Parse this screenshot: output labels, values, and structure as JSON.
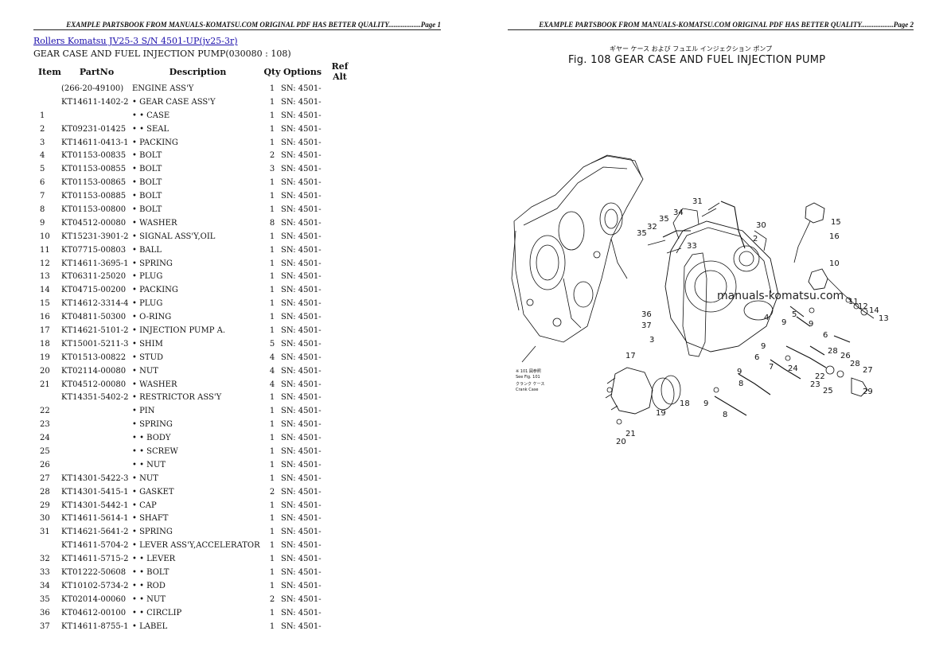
{
  "header_left": "EXAMPLE PARTSBOOK FROM MANUALS-KOMATSU.COM ORIGINAL PDF HAS BETTER QUALITY..................Page 1",
  "header_right": "EXAMPLE PARTSBOOK FROM MANUALS-KOMATSU.COM ORIGINAL PDF HAS BETTER QUALITY..................Page 2",
  "doc_link": "Rollers Komatsu JV25-3 S/N 4501-UP(jv25-3r)",
  "subtitle": "GEAR CASE AND FUEL INJECTION PUMP(030080 : 108)",
  "columns": [
    "Item",
    "PartNo",
    "Description",
    "Qty",
    "Options",
    "Ref Alt"
  ],
  "rows": [
    {
      "item": "",
      "part": "(266-20-49100)",
      "desc": "ENGINE ASS'Y",
      "qty": "1",
      "opt": "SN: 4501-"
    },
    {
      "item": "",
      "part": "KT14611-1402-2",
      "desc": "• GEAR CASE ASS'Y",
      "qty": "1",
      "opt": "SN: 4501-"
    },
    {
      "item": "1",
      "part": "",
      "desc": "• • CASE",
      "qty": "1",
      "opt": "SN: 4501-"
    },
    {
      "item": "2",
      "part": "KT09231-01425",
      "desc": "• • SEAL",
      "qty": "1",
      "opt": "SN: 4501-"
    },
    {
      "item": "3",
      "part": "KT14611-0413-1",
      "desc": "• PACKING",
      "qty": "1",
      "opt": "SN: 4501-"
    },
    {
      "item": "4",
      "part": "KT01153-00835",
      "desc": "• BOLT",
      "qty": "2",
      "opt": "SN: 4501-"
    },
    {
      "item": "5",
      "part": "KT01153-00855",
      "desc": "• BOLT",
      "qty": "3",
      "opt": "SN: 4501-"
    },
    {
      "item": "6",
      "part": "KT01153-00865",
      "desc": "• BOLT",
      "qty": "1",
      "opt": "SN: 4501-"
    },
    {
      "item": "7",
      "part": "KT01153-00885",
      "desc": "• BOLT",
      "qty": "1",
      "opt": "SN: 4501-"
    },
    {
      "item": "8",
      "part": "KT01153-00800",
      "desc": "• BOLT",
      "qty": "1",
      "opt": "SN: 4501-"
    },
    {
      "item": "9",
      "part": "KT04512-00080",
      "desc": "• WASHER",
      "qty": "8",
      "opt": "SN: 4501-"
    },
    {
      "item": "10",
      "part": "KT15231-3901-2",
      "desc": "• SIGNAL ASS'Y,OIL",
      "qty": "1",
      "opt": "SN: 4501-"
    },
    {
      "item": "11",
      "part": "KT07715-00803",
      "desc": "• BALL",
      "qty": "1",
      "opt": "SN: 4501-"
    },
    {
      "item": "12",
      "part": "KT14611-3695-1",
      "desc": "• SPRING",
      "qty": "1",
      "opt": "SN: 4501-"
    },
    {
      "item": "13",
      "part": "KT06311-25020",
      "desc": "• PLUG",
      "qty": "1",
      "opt": "SN: 4501-"
    },
    {
      "item": "14",
      "part": "KT04715-00200",
      "desc": "• PACKING",
      "qty": "1",
      "opt": "SN: 4501-"
    },
    {
      "item": "15",
      "part": "KT14612-3314-4",
      "desc": "• PLUG",
      "qty": "1",
      "opt": "SN: 4501-"
    },
    {
      "item": "16",
      "part": "KT04811-50300",
      "desc": "• O-RING",
      "qty": "1",
      "opt": "SN: 4501-"
    },
    {
      "item": "17",
      "part": "KT14621-5101-2",
      "desc": "• INJECTION PUMP A.",
      "qty": "1",
      "opt": "SN: 4501-"
    },
    {
      "item": "18",
      "part": "KT15001-5211-3",
      "desc": "• SHIM",
      "qty": "5",
      "opt": "SN: 4501-"
    },
    {
      "item": "19",
      "part": "KT01513-00822",
      "desc": "• STUD",
      "qty": "4",
      "opt": "SN: 4501-"
    },
    {
      "item": "20",
      "part": "KT02114-00080",
      "desc": "• NUT",
      "qty": "4",
      "opt": "SN: 4501-"
    },
    {
      "item": "21",
      "part": "KT04512-00080",
      "desc": "• WASHER",
      "qty": "4",
      "opt": "SN: 4501-"
    },
    {
      "item": "",
      "part": "KT14351-5402-2",
      "desc": "• RESTRICTOR ASS'Y",
      "qty": "1",
      "opt": "SN: 4501-"
    },
    {
      "item": "22",
      "part": "",
      "desc": "• PIN",
      "qty": "1",
      "opt": "SN: 4501-"
    },
    {
      "item": "23",
      "part": "",
      "desc": "• SPRING",
      "qty": "1",
      "opt": "SN: 4501-"
    },
    {
      "item": "24",
      "part": "",
      "desc": "• • BODY",
      "qty": "1",
      "opt": "SN: 4501-"
    },
    {
      "item": "25",
      "part": "",
      "desc": "• • SCREW",
      "qty": "1",
      "opt": "SN: 4501-"
    },
    {
      "item": "26",
      "part": "",
      "desc": "• • NUT",
      "qty": "1",
      "opt": "SN: 4501-"
    },
    {
      "item": "27",
      "part": "KT14301-5422-3",
      "desc": "• NUT",
      "qty": "1",
      "opt": "SN: 4501-"
    },
    {
      "item": "28",
      "part": "KT14301-5415-1",
      "desc": "• GASKET",
      "qty": "2",
      "opt": "SN: 4501-"
    },
    {
      "item": "29",
      "part": "KT14301-5442-1",
      "desc": "• CAP",
      "qty": "1",
      "opt": "SN: 4501-"
    },
    {
      "item": "30",
      "part": "KT14611-5614-1",
      "desc": "• SHAFT",
      "qty": "1",
      "opt": "SN: 4501-"
    },
    {
      "item": "31",
      "part": "KT14621-5641-2",
      "desc": "• SPRING",
      "qty": "1",
      "opt": "SN: 4501-"
    },
    {
      "item": "",
      "part": "KT14611-5704-2",
      "desc": "• LEVER ASS'Y,ACCELERATOR",
      "qty": "1",
      "opt": "SN: 4501-"
    },
    {
      "item": "32",
      "part": "KT14611-5715-2",
      "desc": "• • LEVER",
      "qty": "1",
      "opt": "SN: 4501-"
    },
    {
      "item": "33",
      "part": "KT01222-50608",
      "desc": "• • BOLT",
      "qty": "1",
      "opt": "SN: 4501-"
    },
    {
      "item": "34",
      "part": "KT10102-5734-2",
      "desc": "• • ROD",
      "qty": "1",
      "opt": "SN: 4501-"
    },
    {
      "item": "35",
      "part": "KT02014-00060",
      "desc": "• • NUT",
      "qty": "2",
      "opt": "SN: 4501-"
    },
    {
      "item": "36",
      "part": "KT04612-00100",
      "desc": "• • CIRCLIP",
      "qty": "1",
      "opt": "SN: 4501-"
    },
    {
      "item": "37",
      "part": "KT14611-8755-1",
      "desc": "• LABEL",
      "qty": "1",
      "opt": "SN: 4501-"
    }
  ],
  "figure": {
    "jp_title": "ギヤー ケース および フュエル インジェクション ポンプ",
    "en_title": "Fig. 108  GEAR CASE AND FUEL INJECTION PUMP",
    "watermark": "manuals-komatsu.com",
    "note_jp": "※ 101 図参照",
    "note_see": "See Fig. 101",
    "note_crank_jp": "クランク ケース",
    "note_crank": "Crank Case"
  }
}
